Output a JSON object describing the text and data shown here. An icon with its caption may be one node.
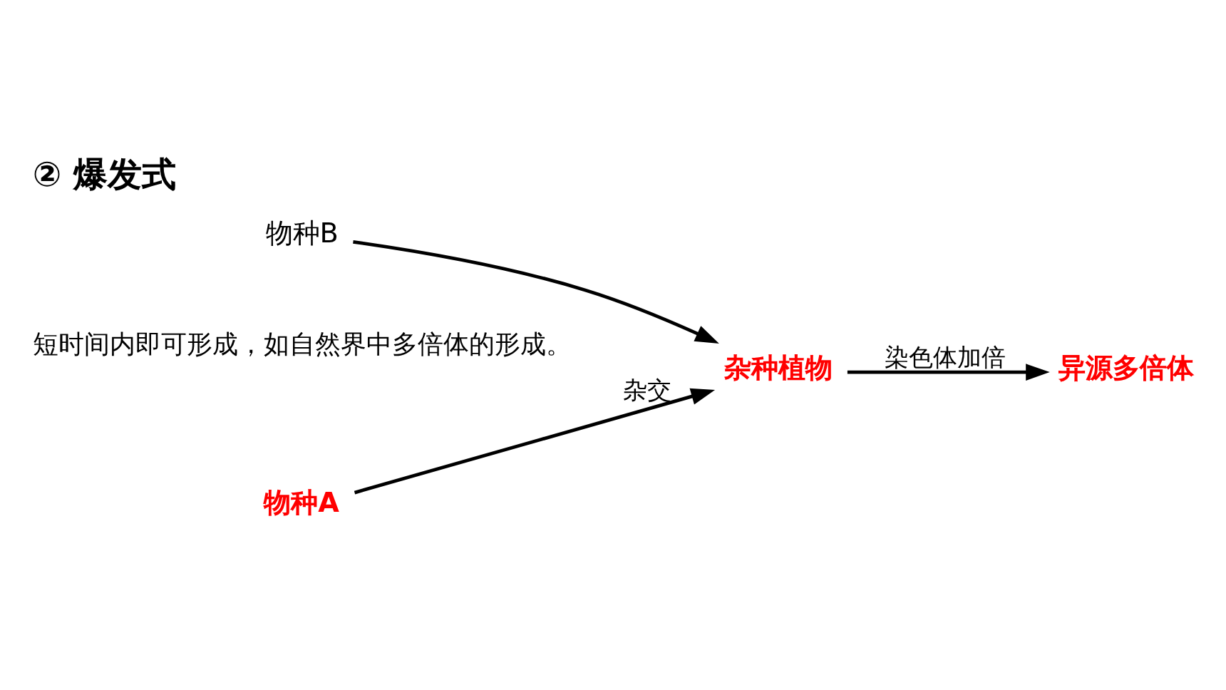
{
  "diagram": {
    "title": "② 爆发式",
    "nodes": [
      {
        "text": [
          "物种A"
        ]
      },
      {
        "text": [
          "物种B"
        ]
      },
      {
        "text": [
          "杂种植物"
        ]
      },
      {
        "text": [
          "异源多倍体"
        ]
      }
    ],
    "edges": [
      {
        "from": 0,
        "to": 2,
        "arrow": "to",
        "label": "杂交"
      },
      {
        "from": 1,
        "to": 2,
        "arrow": "to"
      },
      {
        "from": 2,
        "to": 3,
        "arrow": "to",
        "label": "染色体加倍"
      }
    ],
    "labels": [
      "短时间内即可形成，如自然界中多倍体的形成。"
    ]
  }
}
